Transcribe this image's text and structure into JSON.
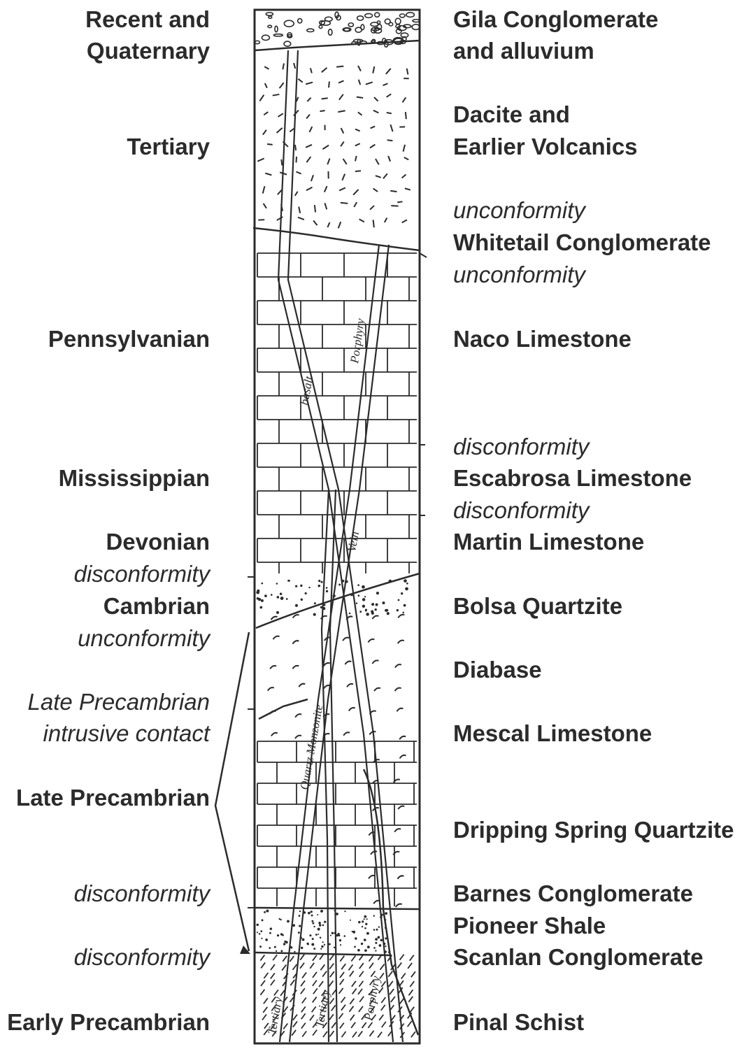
{
  "left_labels": [
    {
      "text": "Recent and",
      "style": "b"
    },
    {
      "text": "Quaternary",
      "style": "b"
    },
    {
      "text": "Tertiary",
      "style": "b"
    },
    {
      "text": "Pennsylvanian",
      "style": "b"
    },
    {
      "text": "Mississippian",
      "style": "b"
    },
    {
      "text": "Devonian",
      "style": "b"
    },
    {
      "text": "disconformity",
      "style": "i"
    },
    {
      "text": "Cambrian",
      "style": "b"
    },
    {
      "text": "unconformity",
      "style": "i"
    },
    {
      "text": "Late Precambrian",
      "style": "i"
    },
    {
      "text": "intrusive contact",
      "style": "i"
    },
    {
      "text": "Late Precambrian",
      "style": "b"
    },
    {
      "text": "disconformity",
      "style": "i"
    },
    {
      "text": "disconformity",
      "style": "i"
    },
    {
      "text": "Early Precambrian",
      "style": "b"
    }
  ],
  "right_labels": [
    {
      "text": "Gila Conglomerate",
      "style": "b"
    },
    {
      "text": "and alluvium",
      "style": "b"
    },
    {
      "text": "Dacite and",
      "style": "b"
    },
    {
      "text": "Earlier Volcanics",
      "style": "b"
    },
    {
      "text": "unconformity",
      "style": "i"
    },
    {
      "text": "Whitetail Conglomerate",
      "style": "b"
    },
    {
      "text": "unconformity",
      "style": "i"
    },
    {
      "text": "Naco Limestone",
      "style": "b"
    },
    {
      "text": "disconformity",
      "style": "i"
    },
    {
      "text": "Escabrosa Limestone",
      "style": "b"
    },
    {
      "text": "disconformity",
      "style": "i"
    },
    {
      "text": "Martin Limestone",
      "style": "b"
    },
    {
      "text": "Bolsa Quartzite",
      "style": "b"
    },
    {
      "text": "Diabase",
      "style": "b"
    },
    {
      "text": "Mescal Limestone",
      "style": "b"
    },
    {
      "text": "Dripping Spring Quartzite",
      "style": "b"
    },
    {
      "text": "Barnes Conglomerate",
      "style": "b"
    },
    {
      "text": "Pioneer Shale",
      "style": "b"
    },
    {
      "text": "Scanlan Conglomerate",
      "style": "b"
    },
    {
      "text": "Pinal Schist",
      "style": "b"
    }
  ],
  "dike_labels": {
    "basalt": "basalt",
    "porphyry": "Porphyry",
    "vein": "Vein",
    "quartz_monzonite": "Quartz Monzonite",
    "tertiary_1": "Tertiary",
    "tertiary_2": "Tertiary",
    "porphyry_lower": "Porphyry"
  },
  "colors": {
    "ink": "#2b2b2b",
    "fill": "#ffffff"
  }
}
